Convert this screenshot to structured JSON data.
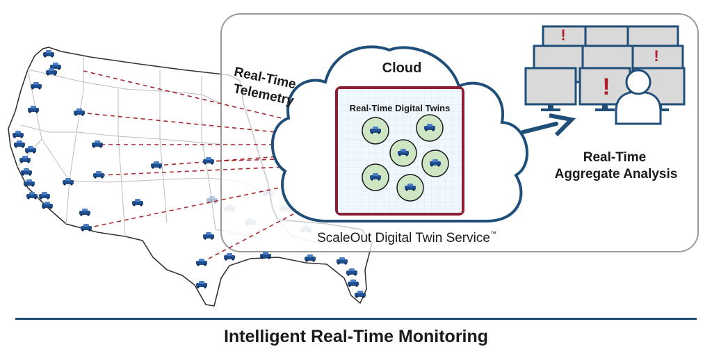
{
  "labels": {
    "telemetry_line1": "Real-Time",
    "telemetry_line2": "Telemetry",
    "cloud": "Cloud",
    "twins_title": "Real-Time Digital Twins",
    "service_name": "ScaleOut Digital Twin Service",
    "service_mark": "™",
    "analysis_line1": "Real-Time",
    "analysis_line2": "Aggregate Analysis"
  },
  "footer": {
    "title": "Intelligent Real-Time Monitoring"
  },
  "alerts": {
    "mark": "!"
  },
  "colors": {
    "navy": "#1f4e79",
    "cloud_outline": "#1f4e79",
    "panel_border": "#9a9a9a",
    "twin_frame": "#8b2035",
    "twin_fill": "#e4f0f9",
    "twin_circle": "#cfe6c4",
    "telemetry_line": "#a3282b",
    "alert": "#b01c2e",
    "monitor": "#d8d8d8",
    "car": "#1f4f8f"
  },
  "icons": [
    "car-icon",
    "monitor-icon",
    "operator-icon",
    "arrow-icon"
  ]
}
